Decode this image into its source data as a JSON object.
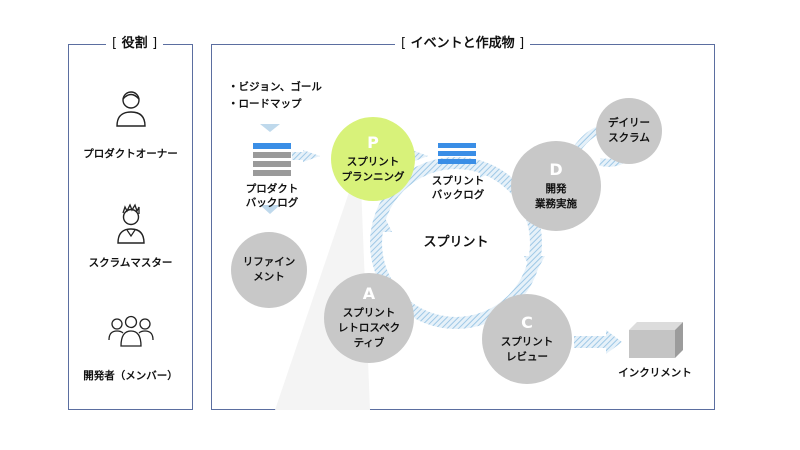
{
  "roles": {
    "title": "役割",
    "items": [
      {
        "label": "プロダクトオーナー",
        "icon": "person-icon"
      },
      {
        "label": "スクラムマスター",
        "icon": "person-spiky-hair-icon"
      },
      {
        "label": "開発者（メンバー）",
        "icon": "group-icon"
      }
    ]
  },
  "events": {
    "title": "イベントと作成物",
    "bullets": [
      "ビジョン、ゴール",
      "ロードマップ"
    ],
    "bullet_mark": "・",
    "product_backlog": {
      "line1": "プロダクト",
      "line2": "バックログ"
    },
    "sprint_backlog": {
      "line1": "スプリント",
      "line2": "バックログ"
    },
    "refinement": {
      "line1": "リファイン",
      "line2": "メント"
    },
    "daily_scrum": {
      "line1": "デイリー",
      "line2": "スクラム"
    },
    "sprint_label": "スプリント",
    "increment_label": "インクリメント",
    "planning": {
      "letter": "P",
      "line1": "スプリント",
      "line2": "プランニング",
      "color": "#d8f27a"
    },
    "development": {
      "letter": "D",
      "line1": "開発",
      "line2": "業務実施"
    },
    "review": {
      "letter": "C",
      "line1": "スプリント",
      "line2": "レビュー"
    },
    "retro": {
      "letter": "A",
      "line1": "スプリント",
      "line2": "レトロスペク",
      "line3": "ティブ"
    },
    "colors": {
      "backlog_blue": "#3a8ee6",
      "backlog_gray": "#9a9a9a",
      "circle_gray": "#c8c8c8",
      "arrow_blue": "#b9d8ee",
      "frame": "#5b6ea0"
    }
  }
}
